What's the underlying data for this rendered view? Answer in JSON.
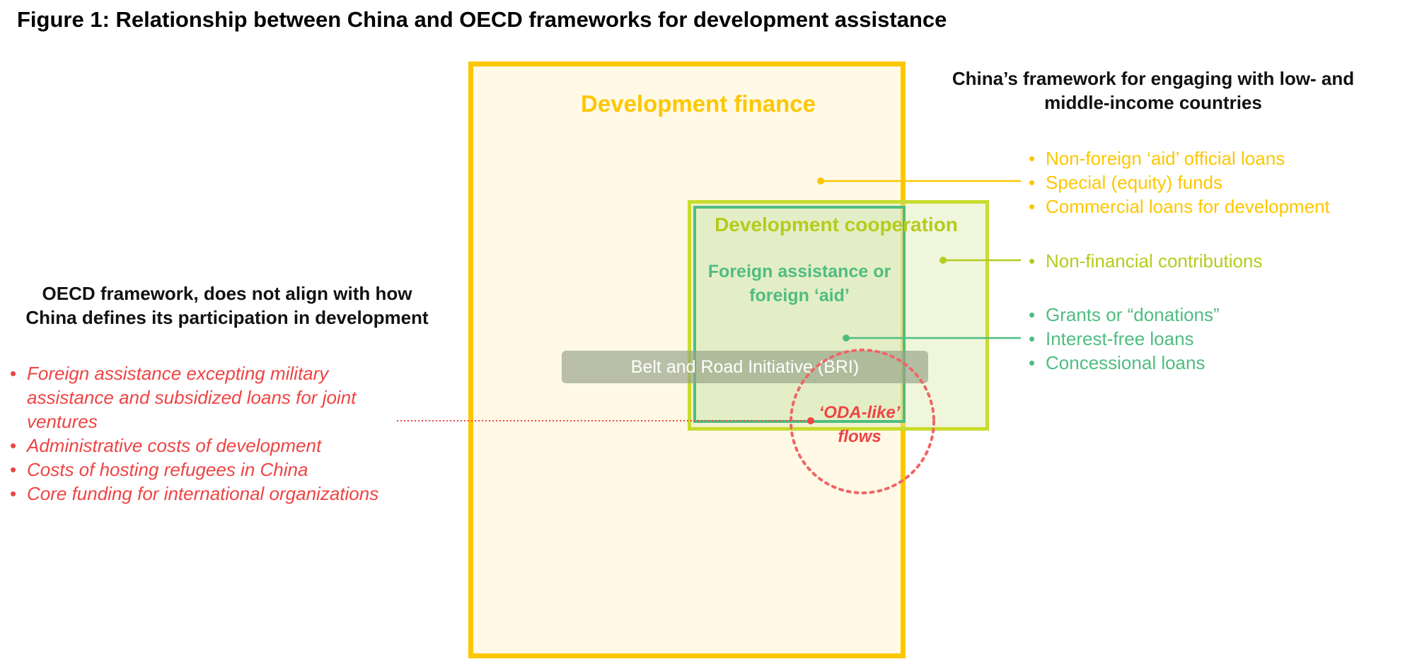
{
  "title": "Figure 1: Relationship between China and OECD frameworks for development assistance",
  "diagram": {
    "development_finance_label": "Development finance",
    "development_cooperation_label": "Development cooperation",
    "foreign_assistance_label_line1": "Foreign assistance or",
    "foreign_assistance_label_line2": "foreign ‘aid’",
    "bri_label": "Belt and Road Initiative (BRI)",
    "oda_label_line1": "‘ODA-like’",
    "oda_label_line2": "flows"
  },
  "china_framework": {
    "heading_line1": "China’s framework for engaging with low- and",
    "heading_line2": "middle-income countries",
    "development_finance_items": [
      "Non-foreign ‘aid’ official loans",
      "Special (equity) funds",
      "Commercial loans for development"
    ],
    "development_cooperation_items": [
      "Non-financial contributions"
    ],
    "foreign_assistance_items": [
      "Grants or “donations”",
      "Interest-free loans",
      "Concessional loans"
    ]
  },
  "oecd_framework": {
    "heading_line1": "OECD framework, does not align with how",
    "heading_line2": "China defines its participation in development",
    "items": [
      "Foreign assistance excepting military assistance and subsidized loans for joint ventures",
      "Administrative costs of development",
      "Costs of hosting refugees in China",
      "Core funding for international organizations"
    ]
  },
  "colors": {
    "development_finance": "#FDC700",
    "development_cooperation": "#B5CC1C",
    "foreign_assistance": "#4FBD80",
    "oda": "#EE4444",
    "bri": "#96A487"
  }
}
